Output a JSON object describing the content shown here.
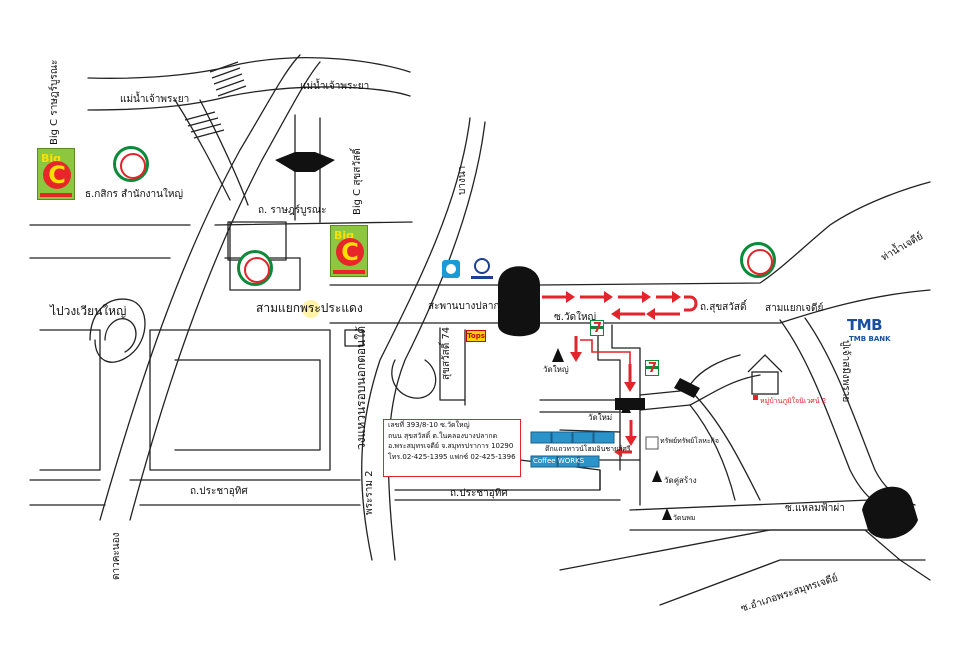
{
  "map": {
    "roads": {
      "river1": "แม่น้ำเจ้าพระยา",
      "river2": "แม่น้ำเจ้าพระยา",
      "rajburana": "ถ. ราษฎร์บูรณะ",
      "prachauthit1": "ถ.ประชาอุทิศ",
      "prachauthit2": "ถ.ประชาอุทิศ",
      "suksawat": "ถ.สุขสวัสดิ์",
      "watyai": "ซ.วัดใหญ่",
      "bangna": "บางนา",
      "ring_road": "วงแหวนรอบนอกตอนใต้",
      "phraram2": "พระราม 2",
      "suksawat74": "สุขสวัสดิ์ 74",
      "dao_khanong": "ดาวคะนอง",
      "pu_chao_saming_phrai": "ปู่เจ้าสมิงพราย",
      "laem_fa_pha": "ซ.แหลมฟ้าผ่า",
      "amphoe_phra": "ซ.อำเภอพระสมุทรเจดีย์",
      "tha_nam_chedi": "ท่าน้ำเจดีย์",
      "pai_wiang_yai": "ไปวงเวียนใหญ่"
    },
    "places": {
      "bigc_rajburana": "Big C ราษฎร์บูรณะ",
      "bigc_suksawat": "Big C สุขสวัสดิ์",
      "kbank_hq": "ธ.กสิกร สำนักงานใหญ่",
      "sam_yaek_phra_pradaeng": "สามแยกพระประแดง",
      "bridge_bang_pla_kot": "สะพานบางปลากด",
      "sam_yaek_chedi": "สามแยกเจดีย์",
      "wat_yai": "วัดใหญ่",
      "wat_mai": "วัดใหม่",
      "wat_khu_sang": "วัดคู่สร้าง",
      "wat_pom": "วัดนพม",
      "phuen_ban_village": "หมู่บ้านภูมิใจนิเวศน์ 2",
      "jewelry_shop": "ทรัพย์ทรัพย์โลหะกิจ",
      "shophouse": "ตึกแถวทาวน์โฮมอินชายส์ศรี",
      "coffee": "Coffee WORKS"
    },
    "logos": {
      "bigc_word": "Big",
      "bigc_letter": "C",
      "tmb_name": "TMB",
      "tmb_sub": "TMB BANK",
      "tops": "Tops",
      "seven": "7"
    },
    "address": {
      "line1": "เลขที่ 393/8-10 ซ.วัดใหญ่",
      "line2": "ถนน สุขสวัสดิ์ ต.ในคลองบางปลากด",
      "line3": "อ.พระสมุทรเจดีย์ จ.สมุทรปราการ 10290",
      "line4": "โทร.02-425-1395 แฟกซ์ 02-425-1396"
    },
    "colors": {
      "road": "#222222",
      "route": "#e2242b",
      "highlight": "#fff3a8",
      "kbank_green": "#0b8a3a",
      "bigc_green": "#8dc63f"
    }
  }
}
